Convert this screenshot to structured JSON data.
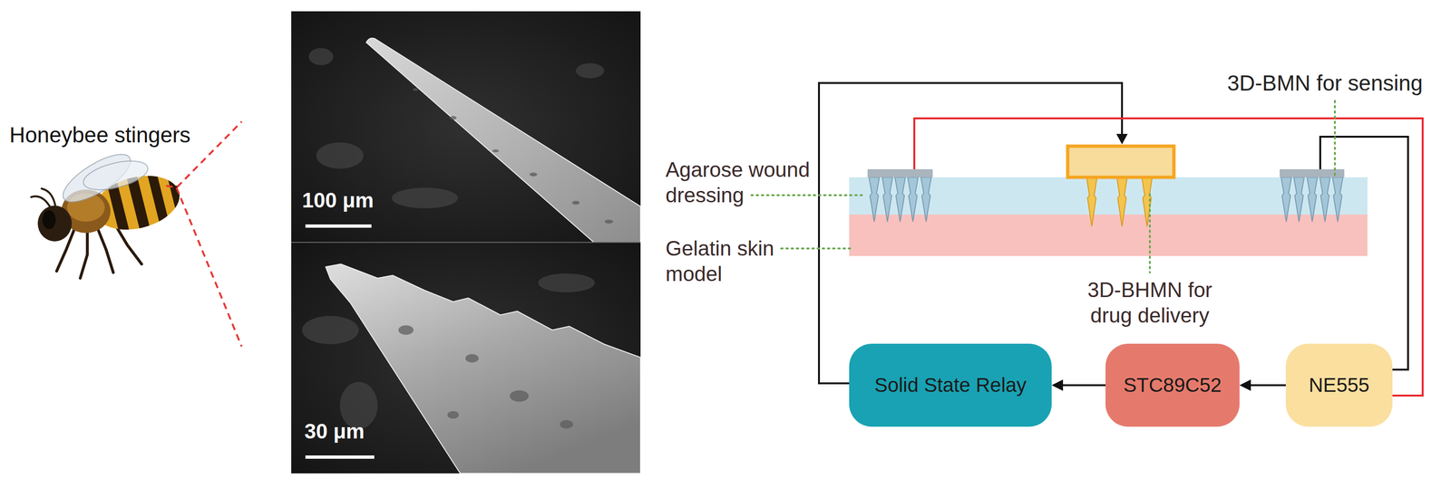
{
  "diagram": {
    "nodes": [
      {
        "text": [
          "Solid State Relay"
        ]
      },
      {
        "text": [
          "STC89C52"
        ]
      },
      {
        "text": [
          "NE555"
        ]
      }
    ],
    "edges": [
      {
        "from": 2,
        "to": 1,
        "arrow": "to"
      },
      {
        "from": 1,
        "to": 0,
        "arrow": "to"
      }
    ],
    "labels": [
      "Honeybee stingers",
      "100 μm",
      "30 μm",
      "3D-BMN for sensing",
      "Agarose wound dressing",
      "Gelatin skin model",
      "3D-BHMN for drug delivery"
    ]
  }
}
